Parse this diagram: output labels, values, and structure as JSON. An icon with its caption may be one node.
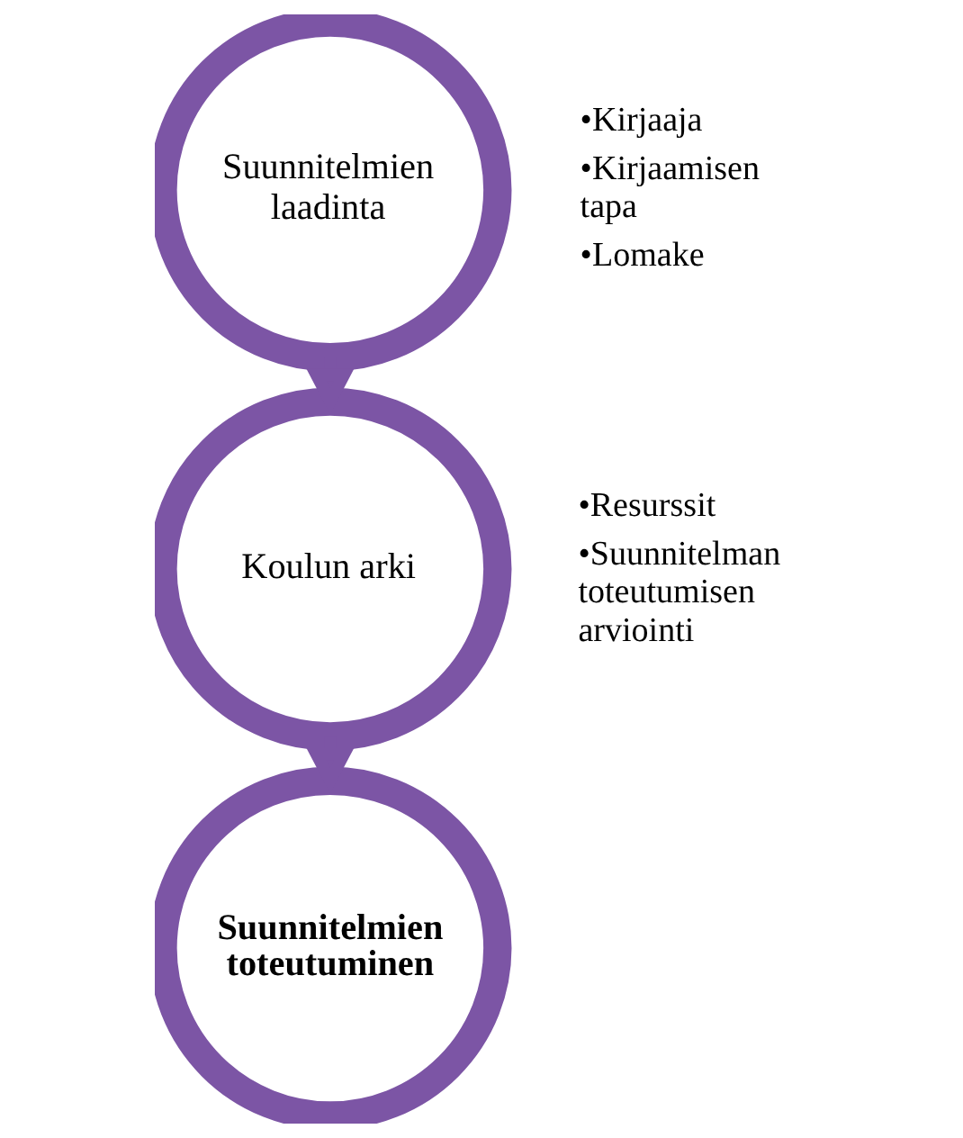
{
  "diagram": {
    "nodes": [
      {
        "text": [
          "Suunnitelmien laadinta"
        ],
        "beside": [
          "•Kirjaaja",
          "•Kirjaamisen tapa",
          "•Lomake"
        ]
      },
      {
        "text": [
          "Koulun arki"
        ],
        "beside": [
          "•Resurssit",
          "•Suunnitelman toteutumisen arviointi"
        ]
      },
      {
        "text": [
          "Suunnitelmien toteutuminen"
        ]
      }
    ],
    "edges": [
      {
        "from": 0,
        "to": 1,
        "arrow": "to"
      },
      {
        "from": 1,
        "to": 2,
        "arrow": "to"
      }
    ]
  }
}
